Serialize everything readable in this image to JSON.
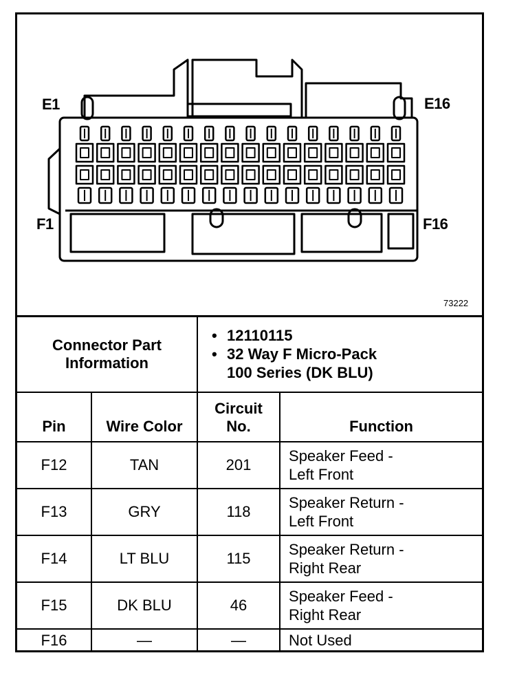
{
  "diagram": {
    "labels": {
      "e1": "E1",
      "e16": "E16",
      "f1": "F1",
      "f16": "F16"
    },
    "figure_number": "73222",
    "cavities_per_row": 16
  },
  "part_info": {
    "label_line1": "Connector Part",
    "label_line2": "Information",
    "bullet": "•",
    "part_number": "12110115",
    "desc_line1": "32 Way F Micro-Pack",
    "desc_line2": "100 Series (DK BLU)"
  },
  "headers": {
    "pin": "Pin",
    "wire_color": "Wire Color",
    "circuit_line1": "Circuit",
    "circuit_line2": "No.",
    "function": "Function"
  },
  "rows": [
    {
      "pin": "F12",
      "wire_color": "TAN",
      "circuit": "201",
      "function_line1": "Speaker Feed -",
      "function_line2": "Left Front"
    },
    {
      "pin": "F13",
      "wire_color": "GRY",
      "circuit": "118",
      "function_line1": "Speaker Return -",
      "function_line2": "Left Front"
    },
    {
      "pin": "F14",
      "wire_color": "LT BLU",
      "circuit": "115",
      "function_line1": "Speaker Return -",
      "function_line2": "Right Rear"
    },
    {
      "pin": "F15",
      "wire_color": "DK BLU",
      "circuit": "46",
      "function_line1": "Speaker Feed -",
      "function_line2": "Right Rear"
    },
    {
      "pin": "F16",
      "wire_color": "—",
      "circuit": "—",
      "function_line1": "Not Used",
      "function_line2": ""
    }
  ]
}
